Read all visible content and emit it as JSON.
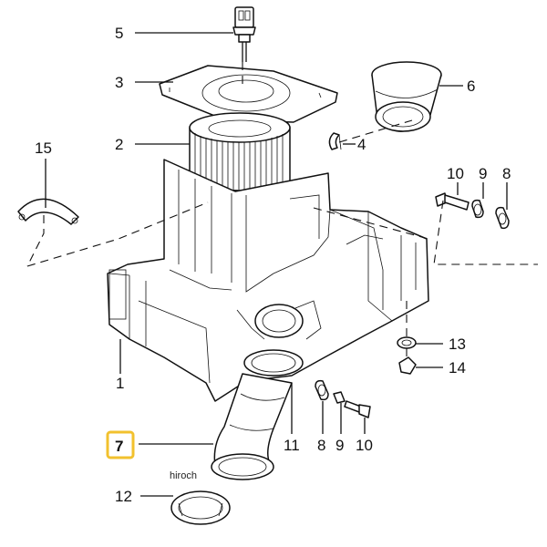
{
  "labels": {
    "l1": "1",
    "l2": "2",
    "l3": "3",
    "l4": "4",
    "l5": "5",
    "l6": "6",
    "l7": "7",
    "l8a": "8",
    "l8b": "8",
    "l9a": "9",
    "l9b": "9",
    "l10a": "10",
    "l10b": "10",
    "l11": "11",
    "l12": "12",
    "l13": "13",
    "l14": "14",
    "l15": "15"
  },
  "highlight": {
    "label": "7",
    "color": "#f2c12e"
  },
  "watermark": "hiroch"
}
